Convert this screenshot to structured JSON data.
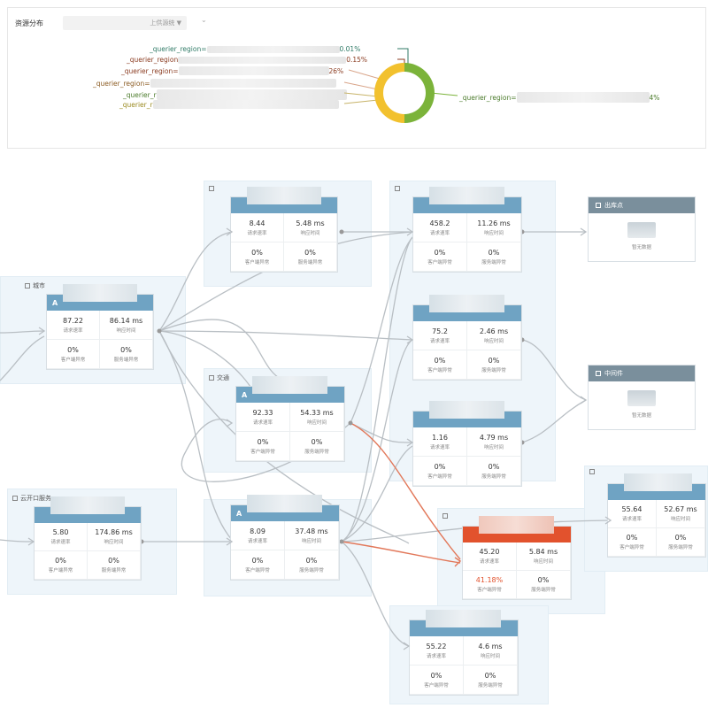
{
  "top_panel": {
    "title": "资源分布",
    "select_value": "上供源统 ▼",
    "donut_labels": [
      {
        "prefix": "_querier_region=",
        "value": "0.01%",
        "color": "#2f7a66"
      },
      {
        "prefix": "_querier_region",
        "value": "0.15%",
        "color": "#8a3b20"
      },
      {
        "prefix": "_querier_region=",
        "value": "26%",
        "color": "#8a3b20"
      },
      {
        "prefix": "_querier_region=",
        "value": "",
        "color": "#8a5a20"
      },
      {
        "prefix": "_querier_r",
        "value": "",
        "color": "#4a7a2a"
      },
      {
        "prefix": "_querier_r",
        "value": "",
        "color": "#9a8a20"
      }
    ],
    "right_label": {
      "prefix": "_querier_region=",
      "value": "4%",
      "color": "#4a7a2a"
    },
    "donut_colors": {
      "green": "#7bb33a",
      "yellow": "#f2c12e"
    }
  },
  "groups": {
    "g_left": "城市",
    "g_mid": "交通",
    "g_bottom_left": "云开口服务"
  },
  "nodes": [
    {
      "id": "n_left",
      "v1": "87.22",
      "l1": "请求速率",
      "v2": "86.14 ms",
      "l2": "响应时间",
      "v3": "0%",
      "l3": "客户端异常",
      "v4": "0%",
      "l4": "服务端异常"
    },
    {
      "id": "n_topmid",
      "v1": "8.44",
      "l1": "请求速率",
      "v2": "5.48 ms",
      "l2": "响应时间",
      "v3": "0%",
      "l3": "客户端异常",
      "v4": "0%",
      "l4": "服务端异常"
    },
    {
      "id": "n_mid",
      "v1": "92.33",
      "l1": "请求速率",
      "v2": "54.33 ms",
      "l2": "响应时间",
      "v3": "0%",
      "l3": "客户端异常",
      "v4": "0%",
      "l4": "服务端异常"
    },
    {
      "id": "n_botleft",
      "v1": "5.80",
      "l1": "请求速率",
      "v2": "174.86 ms",
      "l2": "响应时间",
      "v3": "0%",
      "l3": "客户端异常",
      "v4": "0%",
      "l4": "服务端异常"
    },
    {
      "id": "n_botmid",
      "v1": "8.09",
      "l1": "请求速率",
      "v2": "37.48 ms",
      "l2": "响应时间",
      "v3": "0%",
      "l3": "客户端异常",
      "v4": "0%",
      "l4": "服务端异常"
    },
    {
      "id": "n_r1",
      "v1": "458.2",
      "l1": "请求速率",
      "v2": "11.26 ms",
      "l2": "响应时间",
      "v3": "0%",
      "l3": "客户端异常",
      "v4": "0%",
      "l4": "服务端异常"
    },
    {
      "id": "n_r2",
      "v1": "75.2",
      "l1": "请求速率",
      "v2": "2.46 ms",
      "l2": "响应时间",
      "v3": "0%",
      "l3": "客户端异常",
      "v4": "0%",
      "l4": "服务端异常"
    },
    {
      "id": "n_r3",
      "v1": "1.16",
      "l1": "请求速率",
      "v2": "4.79 ms",
      "l2": "响应时间",
      "v3": "0%",
      "l3": "客户端异常",
      "v4": "0%",
      "l4": "服务端异常"
    },
    {
      "id": "n_red",
      "v1": "45.20",
      "l1": "请求速率",
      "v2": "5.84 ms",
      "l2": "响应时间",
      "v3": "41.18%",
      "l3": "客户端异常",
      "v4": "0%",
      "l4": "服务端异常"
    },
    {
      "id": "n_r5",
      "v1": "55.22",
      "l1": "请求速率",
      "v2": "4.6 ms",
      "l2": "响应时间",
      "v3": "0%",
      "l3": "客户端异常",
      "v4": "0%",
      "l4": "服务端异常"
    },
    {
      "id": "n_far",
      "v1": "55.64",
      "l1": "请求速率",
      "v2": "52.67 ms",
      "l2": "响应时间",
      "v3": "0%",
      "l3": "客户端异常",
      "v4": "0%",
      "l4": "服务端异常"
    }
  ],
  "sinks": [
    {
      "id": "s1",
      "title": "出库点",
      "caption": "暂无数据"
    },
    {
      "id": "s2",
      "title": "中间件",
      "caption": "暂无数据"
    }
  ],
  "colors": {
    "node_header": "#6fa3c3",
    "error_header": "#e2522d",
    "edge": "#b9bfc4",
    "error_edge": "#e2785a"
  }
}
